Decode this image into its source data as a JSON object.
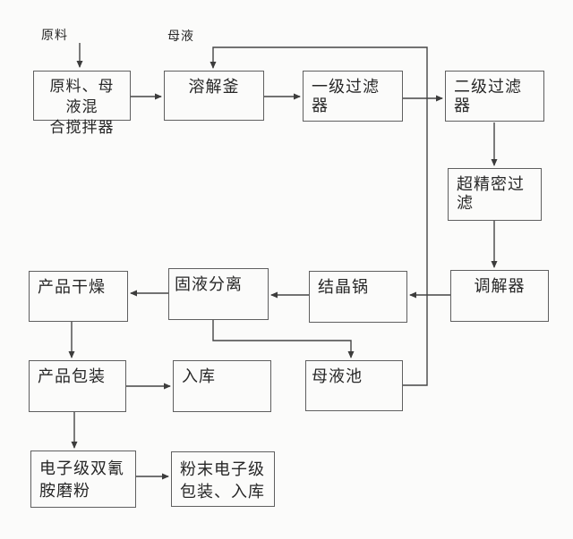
{
  "diagram": {
    "background_color": "#fbfbfa",
    "line_color": "#454545",
    "border_color": "#5f5f5f",
    "text_color": "#272727",
    "labels": {
      "raw_material": "原料",
      "mother_liquor": "母液"
    },
    "nodes": {
      "mixer": {
        "lines": [
          "原料、母液混",
          "合搅拌器"
        ]
      },
      "dissolver": {
        "label": "溶解釜"
      },
      "filter1": {
        "label": "一级过滤器"
      },
      "filter2": {
        "label": "二级过滤器"
      },
      "ultra_filter": {
        "label": "超精密过滤"
      },
      "regulator": {
        "label": "调解器"
      },
      "crystallizer": {
        "label": "结晶锅"
      },
      "separator": {
        "label": "固液分离"
      },
      "dryer": {
        "label": "产品干燥"
      },
      "packaging": {
        "label": "产品包装"
      },
      "warehouse": {
        "label": "入库"
      },
      "ml_pool": {
        "label": "母液池"
      },
      "grinder": {
        "lines": [
          "电子级双氰",
          "胺磨粉"
        ]
      },
      "powder_pack": {
        "lines": [
          "粉末电子级",
          "包装、入库"
        ]
      }
    },
    "edges": [
      {
        "from": "raw_material_label",
        "to": "mixer"
      },
      {
        "from": "mixer",
        "to": "dissolver"
      },
      {
        "from": "dissolver",
        "to": "filter1"
      },
      {
        "from": "filter1",
        "to": "filter2"
      },
      {
        "from": "filter2",
        "to": "ultra_filter"
      },
      {
        "from": "ultra_filter",
        "to": "regulator"
      },
      {
        "from": "regulator",
        "to": "crystallizer"
      },
      {
        "from": "crystallizer",
        "to": "separator"
      },
      {
        "from": "separator",
        "to": "dryer"
      },
      {
        "from": "separator",
        "to": "ml_pool"
      },
      {
        "from": "dryer",
        "to": "packaging"
      },
      {
        "from": "packaging",
        "to": "warehouse"
      },
      {
        "from": "packaging",
        "to": "grinder"
      },
      {
        "from": "grinder",
        "to": "powder_pack"
      },
      {
        "from": "ml_pool",
        "to": "dissolver",
        "note": "母液 recycle loop"
      }
    ]
  }
}
